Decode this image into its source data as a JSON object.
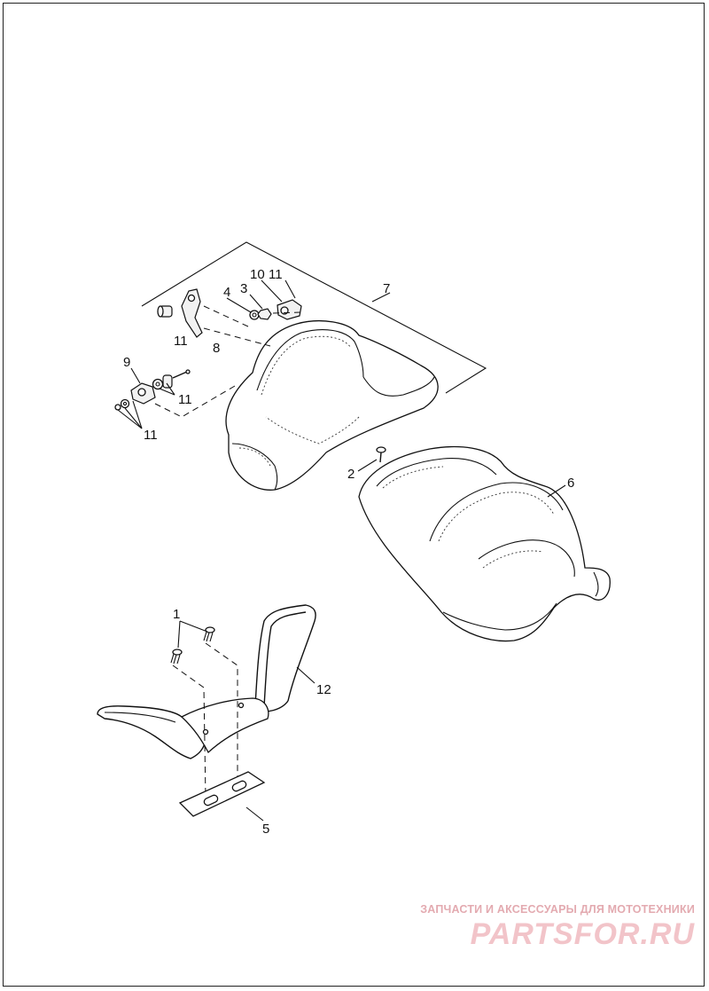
{
  "diagram": {
    "callouts": {
      "c1": "1",
      "c2": "2",
      "c3": "3",
      "c4": "4",
      "c5": "5",
      "c6": "6",
      "c7": "7",
      "c8": "8",
      "c9": "9",
      "c10": "10",
      "c11": "11",
      "c12": "12"
    }
  },
  "watermark": {
    "tagline": "ЗАПЧАСТИ И АКСЕССУАРЫ ДЛЯ МОТОТЕХНИКИ",
    "brand": "PARTSFOR.RU",
    "color": "#f2c4c9"
  }
}
